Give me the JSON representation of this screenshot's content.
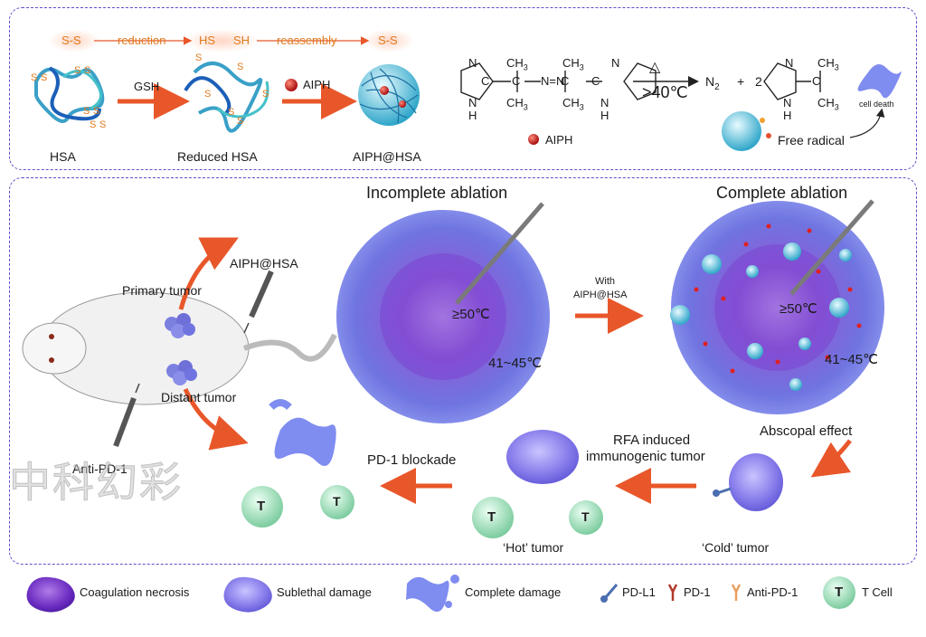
{
  "top": {
    "ss_left": "S-S",
    "reduction": "reduction",
    "hs": "HS",
    "sh": "SH",
    "reassembly": "reassembly",
    "ss_right": "S-S",
    "gsh": "GSH",
    "aiph_label": "AIPH",
    "hsa": "HSA",
    "reduced_hsa": "Reduced HSA",
    "aiph_hsa": "AIPH@HSA",
    "s_marks": [
      "S",
      "S",
      "S",
      "S",
      "S",
      "S",
      "S",
      "S",
      "S",
      "S",
      "S",
      "S",
      "S",
      "S"
    ],
    "delta": "△",
    "temp": ">40℃",
    "n2": "N",
    "n2_sub": "2",
    "plus": "+",
    "coef": "2",
    "aiph_legend": "AIPH",
    "cell_death": "cell death",
    "free_radical": "Free radical",
    "chem": {
      "ch3": "CH",
      "three": "3",
      "n": "N",
      "nh": "N",
      "h": "H",
      "c": "C",
      "eq": "N=N"
    }
  },
  "main": {
    "incomplete": "Incomplete ablation",
    "complete": "Complete ablation",
    "with": "With",
    "with_aiph": "AIPH@HSA",
    "temp_high": "≥50℃",
    "temp_mid": "41~45℃",
    "primary": "Primary tumor",
    "distant": "Distant tumor",
    "aiph_hsa": "AIPH@HSA",
    "anti_pd1": "Anti-PD-1",
    "abscopal": "Abscopal effect",
    "rfa1": "RFA induced",
    "rfa2": "immunogenic tumor",
    "pd1_blockade": "PD-1 blockade",
    "hot": "‘Hot’ tumor",
    "cold": "‘Cold’ tumor",
    "t": "T",
    "watermark": "中科幻彩"
  },
  "legend": {
    "coag": "Coagulation necrosis",
    "subl": "Sublethal damage",
    "complete": "Complete damage",
    "pdl1": "PD-L1",
    "pd1": "PD-1",
    "antipd1": "Anti-PD-1",
    "tcell": "T Cell",
    "t": "T"
  },
  "colors": {
    "panel_border": "#5b4fc9",
    "arrow": "#e8572a",
    "tumor": "#7b6fe0",
    "necrosis": "#5a2bb8",
    "tcell": "#8fd6b0",
    "orange_text": "#e07a1e"
  }
}
